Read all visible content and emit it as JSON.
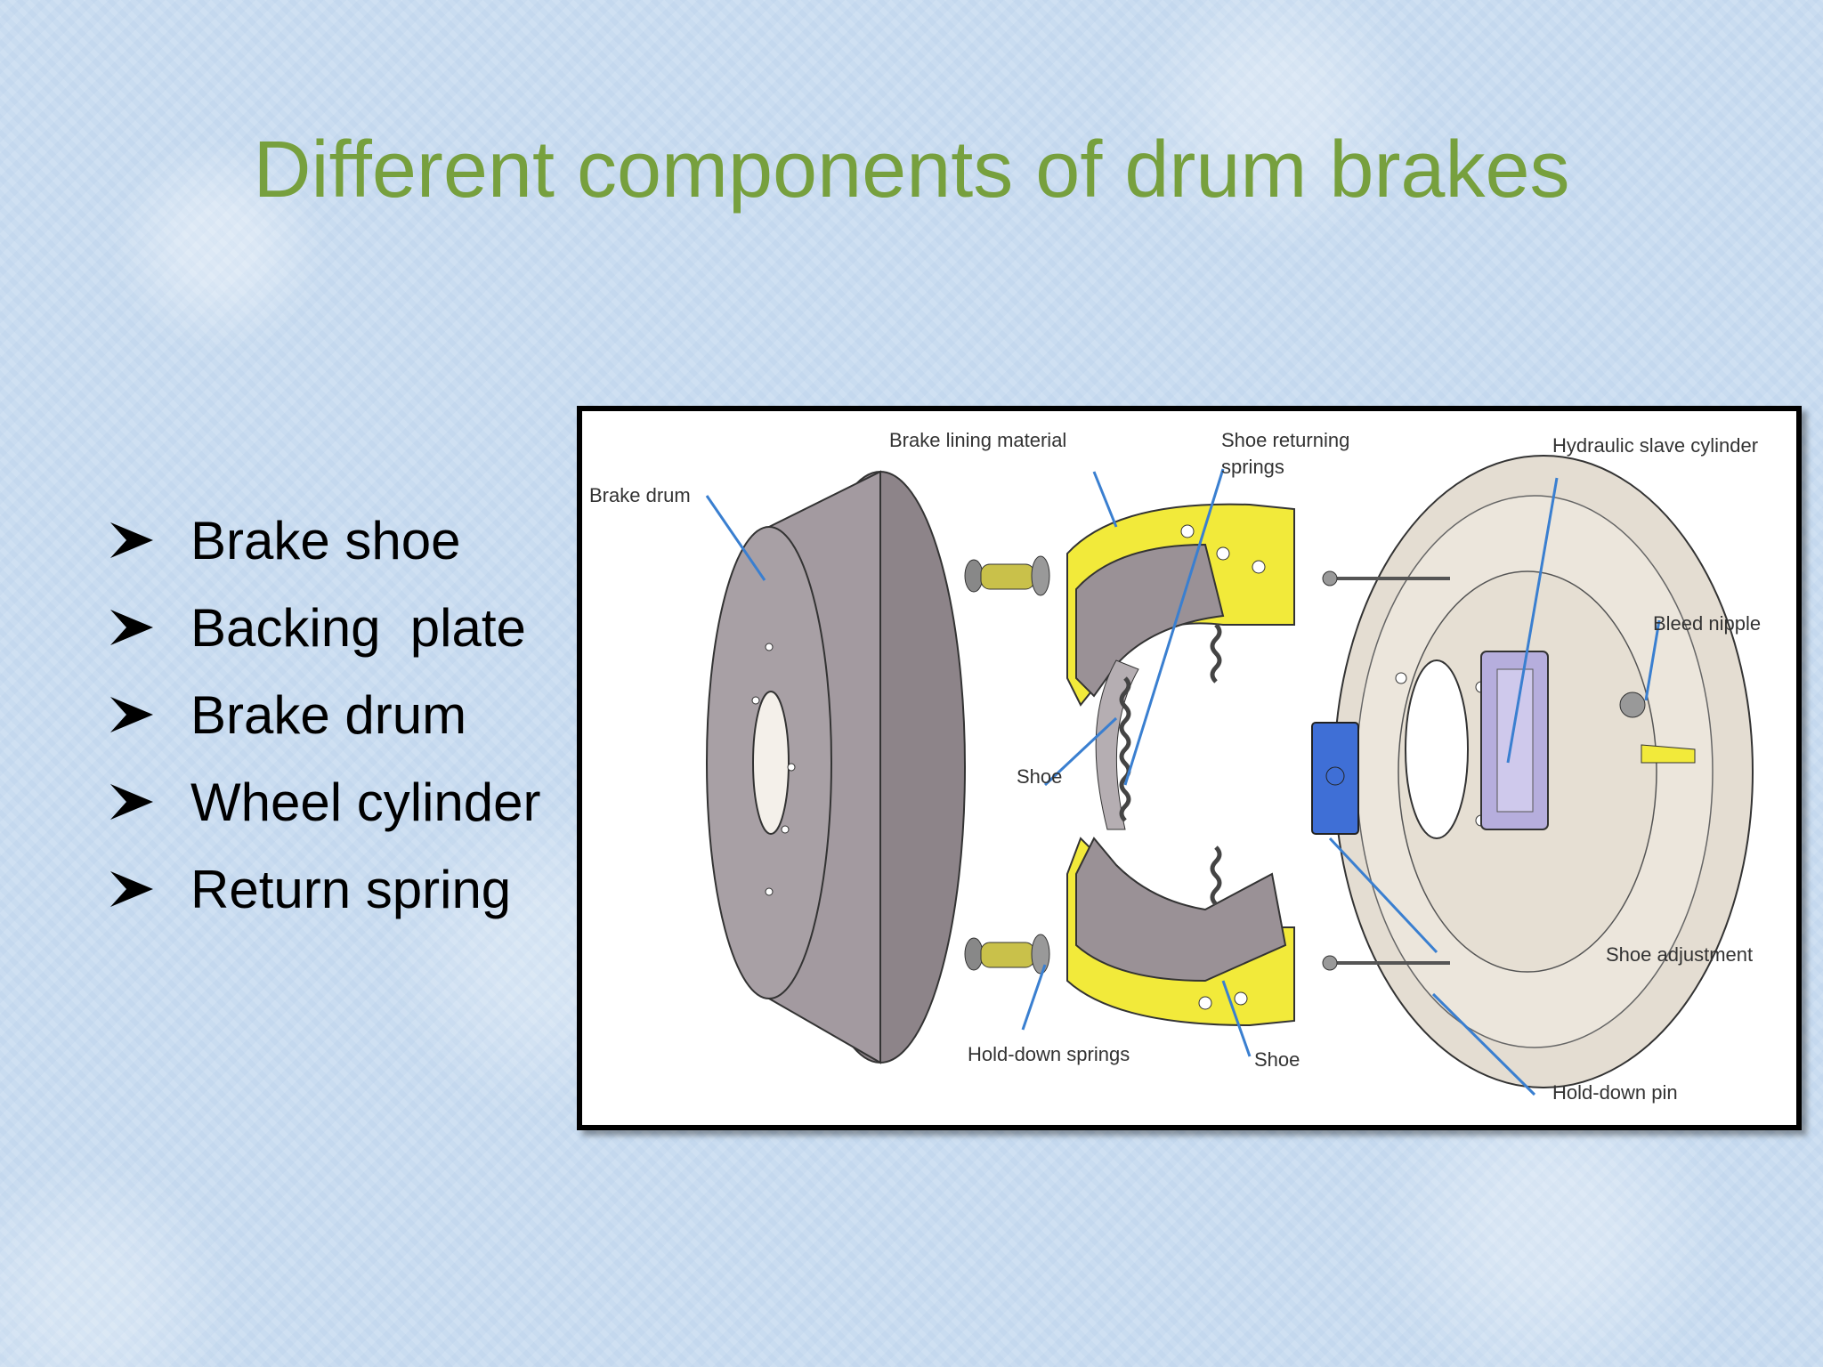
{
  "slide": {
    "title": "Different components of drum brakes",
    "bullets": [
      "Brake shoe",
      "Backing  plate",
      "Brake drum",
      "Wheel cylinder",
      "Return spring"
    ]
  },
  "diagram": {
    "labels": {
      "brake_drum": "Brake drum",
      "brake_lining_material": "Brake lining material",
      "shoe_returning_springs_line1": "Shoe returning",
      "shoe_returning_springs_line2": "springs",
      "hydraulic_slave_cylinder": "Hydraulic slave cylinder",
      "bleed_nipple": "Bleed nipple",
      "shoe_upper": "Shoe",
      "shoe_lower": "Shoe",
      "hold_down_springs": "Hold-down springs",
      "shoe_adjustment": "Shoe adjustment",
      "hold_down_pin": "Hold-down pin"
    },
    "colors": {
      "drum": "#a39aa0",
      "lining": "#f2ea3a",
      "backing_plate": "#e4ddd2",
      "cylinder": "#b6aedd",
      "adjuster": "#3f6fd6",
      "leader_line": "#3a7fd0"
    }
  }
}
